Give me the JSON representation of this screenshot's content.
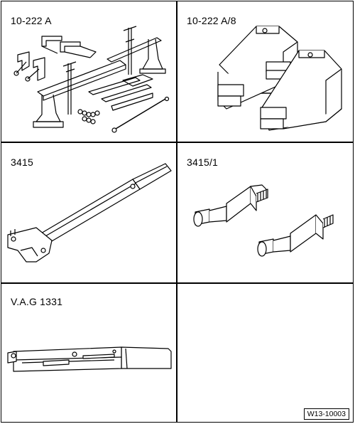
{
  "tools": [
    {
      "label": "10-222 A",
      "icon": "engine-support-bridge-icon"
    },
    {
      "label": "10-222 A/8",
      "icon": "support-brackets-icon"
    },
    {
      "label": "3415",
      "icon": "pin-wrench-icon"
    },
    {
      "label": "3415/1",
      "icon": "threaded-pins-icon"
    },
    {
      "label": "V.A.G 1331",
      "icon": "torque-wrench-icon"
    },
    {
      "label": "",
      "icon": ""
    }
  ],
  "figure_number": "W13-10003"
}
